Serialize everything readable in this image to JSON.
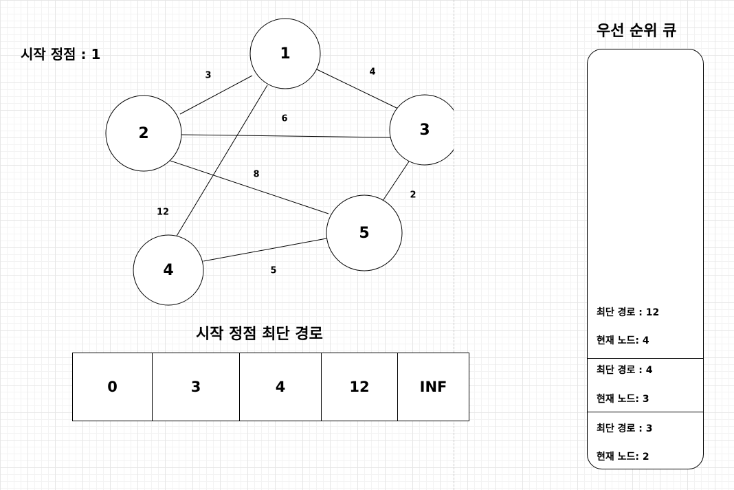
{
  "start_vertex_label": "시작 정점 : 1",
  "graph": {
    "nodes": [
      {
        "id": "1",
        "label": "1"
      },
      {
        "id": "2",
        "label": "2"
      },
      {
        "id": "3",
        "label": "3"
      },
      {
        "id": "4",
        "label": "4"
      },
      {
        "id": "5",
        "label": "5"
      }
    ],
    "edges": [
      {
        "from": "1",
        "to": "2",
        "weight": "3"
      },
      {
        "from": "1",
        "to": "3",
        "weight": "4"
      },
      {
        "from": "2",
        "to": "3",
        "weight": "6"
      },
      {
        "from": "1",
        "to": "4",
        "weight": "12"
      },
      {
        "from": "2",
        "to": "5",
        "weight": "8"
      },
      {
        "from": "3",
        "to": "5",
        "weight": "2"
      },
      {
        "from": "4",
        "to": "5",
        "weight": "5"
      }
    ]
  },
  "distance_table": {
    "title": "시작 정점 최단 경로",
    "values": [
      "0",
      "3",
      "4",
      "12",
      "INF"
    ]
  },
  "priority_queue": {
    "title": "우선 순위 큐",
    "items": [
      {
        "dist": "최단 경로 : 12",
        "node": "현재 노드: 4"
      },
      {
        "dist": "최단 경로 : 4",
        "node": "현재 노드: 3"
      },
      {
        "dist": "최단 경로 : 3",
        "node": "현재 노드: 2"
      }
    ]
  }
}
